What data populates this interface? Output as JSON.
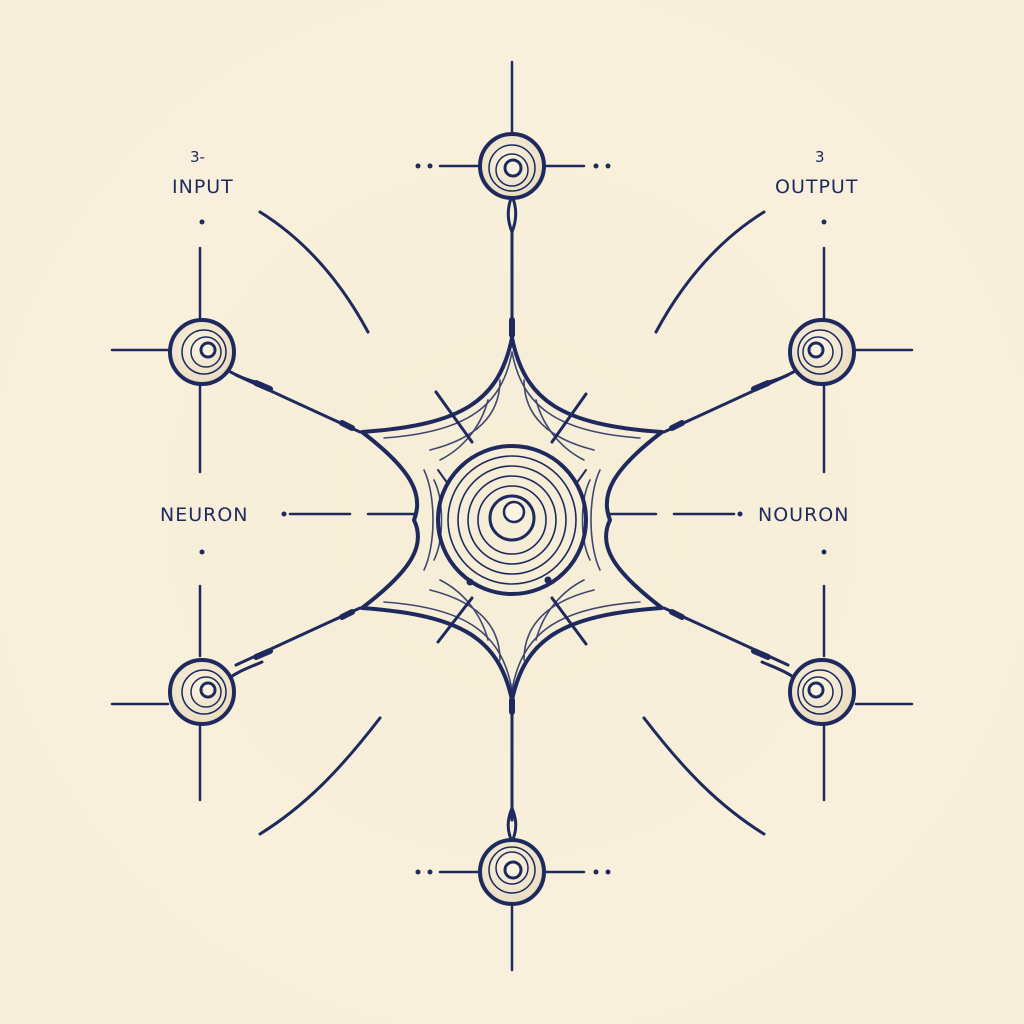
{
  "labels": {
    "input_count": "3-",
    "input": "INPUT",
    "output_count": "3",
    "output": "OUTPUT",
    "neuron_left": "NEURON",
    "neuron_right": "NOURON"
  },
  "colors": {
    "ink": "#1e2a5e",
    "paper": "#f8f0dc"
  },
  "icons": {
    "cell": "neuron-soma-icon",
    "node": "circle-node-icon"
  }
}
